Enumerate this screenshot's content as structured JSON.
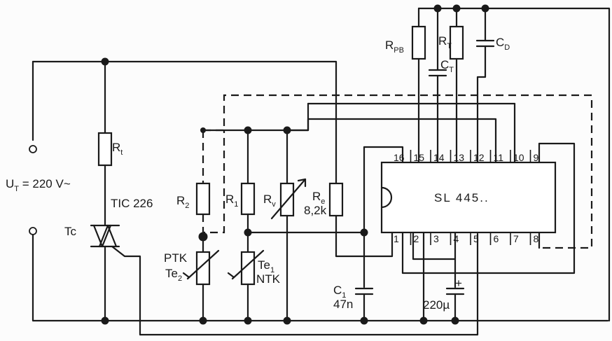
{
  "supply": {
    "label_main": "U",
    "label_sub": "T",
    "label_rest": " = 220 V~"
  },
  "triac": {
    "ref": "Tc",
    "type": "TIC 226"
  },
  "resistors": {
    "rt": {
      "main": "R",
      "sub": "t"
    },
    "r2": {
      "main": "R",
      "sub": "2"
    },
    "r1": {
      "main": "R",
      "sub": "1"
    },
    "rv": {
      "main": "R",
      "sub": "v"
    },
    "re": {
      "main": "R",
      "sub": "e",
      "value": "8,2k"
    },
    "rpb": {
      "main": "R",
      "sub": "PB"
    },
    "rt_top": {
      "main": "R",
      "sub": "T"
    }
  },
  "capacitors": {
    "ct": {
      "main": "C",
      "sub": "T"
    },
    "cd": {
      "main": "C",
      "sub": "D"
    },
    "c1": {
      "main": "C",
      "sub": "1",
      "value": "47n"
    },
    "c_elec": {
      "value": "220µ",
      "polarity": "+"
    }
  },
  "sensors": {
    "te2": {
      "type": "PTK",
      "main": "Te",
      "sub": "2"
    },
    "te1": {
      "main": "Te",
      "sub": "1",
      "type": "NTK"
    }
  },
  "ic": {
    "name": "SL 445..",
    "top_pins": [
      "16",
      "15",
      "14",
      "13",
      "12",
      "11",
      "10",
      "9"
    ],
    "bottom_pins": [
      "1",
      "2",
      "3",
      "4",
      "5",
      "6",
      "7",
      "8"
    ]
  }
}
